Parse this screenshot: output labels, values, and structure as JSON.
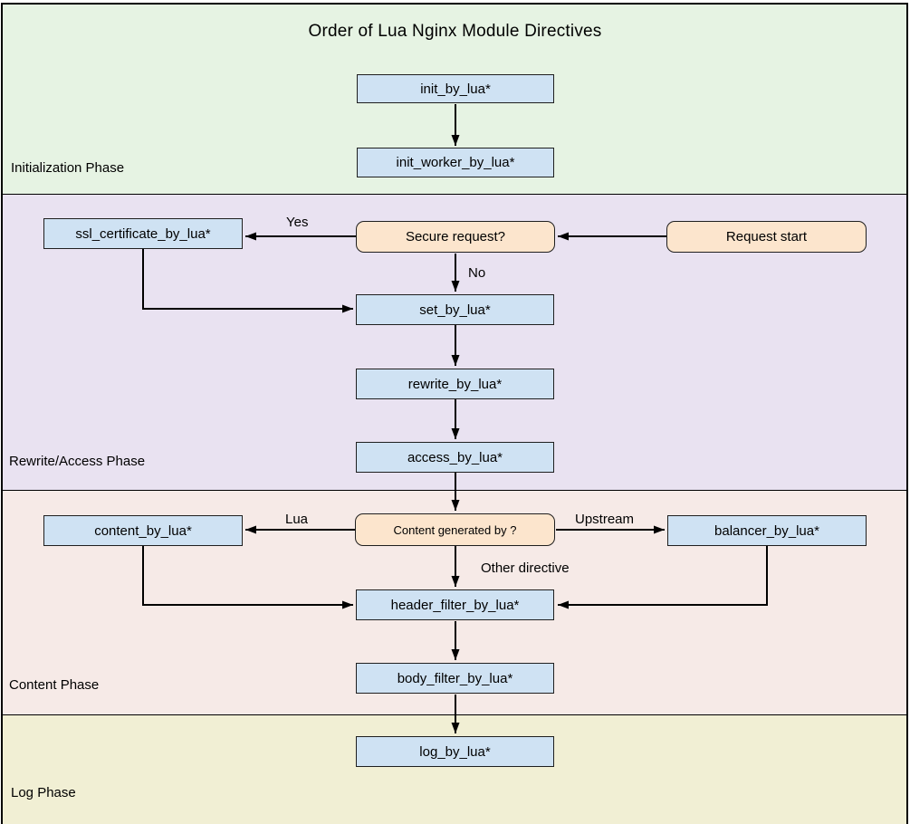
{
  "title": "Order of Lua Nginx Module Directives",
  "phases": [
    {
      "id": "initialization",
      "label": "Initialization Phase",
      "color": "#e6f3e3"
    },
    {
      "id": "rewrite_access",
      "label": "Rewrite/Access Phase",
      "color": "#e9e2f1"
    },
    {
      "id": "content",
      "label": "Content Phase",
      "color": "#f6eae7"
    },
    {
      "id": "log",
      "label": "Log Phase",
      "color": "#f1efd4"
    }
  ],
  "nodes": [
    {
      "id": "init_by_lua",
      "label": "init_by_lua*",
      "type": "directive",
      "phase": "initialization"
    },
    {
      "id": "init_worker_by_lua",
      "label": "init_worker_by_lua*",
      "type": "directive",
      "phase": "initialization"
    },
    {
      "id": "ssl_certificate_by_lua",
      "label": "ssl_certificate_by_lua*",
      "type": "directive",
      "phase": "rewrite_access"
    },
    {
      "id": "secure_request",
      "label": "Secure request?",
      "type": "decision",
      "phase": "rewrite_access"
    },
    {
      "id": "request_start",
      "label": "Request start",
      "type": "start",
      "phase": "rewrite_access"
    },
    {
      "id": "set_by_lua",
      "label": "set_by_lua*",
      "type": "directive",
      "phase": "rewrite_access"
    },
    {
      "id": "rewrite_by_lua",
      "label": "rewrite_by_lua*",
      "type": "directive",
      "phase": "rewrite_access"
    },
    {
      "id": "access_by_lua",
      "label": "access_by_lua*",
      "type": "directive",
      "phase": "rewrite_access"
    },
    {
      "id": "content_by_lua",
      "label": "content_by_lua*",
      "type": "directive",
      "phase": "content"
    },
    {
      "id": "content_generated_by",
      "label": "Content generated by ?",
      "type": "decision",
      "phase": "content"
    },
    {
      "id": "balancer_by_lua",
      "label": "balancer_by_lua*",
      "type": "directive",
      "phase": "content"
    },
    {
      "id": "header_filter_by_lua",
      "label": "header_filter_by_lua*",
      "type": "directive",
      "phase": "content"
    },
    {
      "id": "body_filter_by_lua",
      "label": "body_filter_by_lua*",
      "type": "directive",
      "phase": "content"
    },
    {
      "id": "log_by_lua",
      "label": "log_by_lua*",
      "type": "directive",
      "phase": "log"
    }
  ],
  "edge_labels": {
    "yes": "Yes",
    "no": "No",
    "lua": "Lua",
    "upstream": "Upstream",
    "other_directive": "Other directive"
  },
  "edges": [
    {
      "from": "init_by_lua",
      "to": "init_worker_by_lua",
      "label": ""
    },
    {
      "from": "request_start",
      "to": "secure_request",
      "label": ""
    },
    {
      "from": "secure_request",
      "to": "ssl_certificate_by_lua",
      "label": "Yes"
    },
    {
      "from": "secure_request",
      "to": "set_by_lua",
      "label": "No"
    },
    {
      "from": "ssl_certificate_by_lua",
      "to": "set_by_lua",
      "label": ""
    },
    {
      "from": "set_by_lua",
      "to": "rewrite_by_lua",
      "label": ""
    },
    {
      "from": "rewrite_by_lua",
      "to": "access_by_lua",
      "label": ""
    },
    {
      "from": "access_by_lua",
      "to": "content_generated_by",
      "label": ""
    },
    {
      "from": "content_generated_by",
      "to": "content_by_lua",
      "label": "Lua"
    },
    {
      "from": "content_generated_by",
      "to": "balancer_by_lua",
      "label": "Upstream"
    },
    {
      "from": "content_generated_by",
      "to": "header_filter_by_lua",
      "label": "Other directive"
    },
    {
      "from": "content_by_lua",
      "to": "header_filter_by_lua",
      "label": ""
    },
    {
      "from": "balancer_by_lua",
      "to": "header_filter_by_lua",
      "label": ""
    },
    {
      "from": "header_filter_by_lua",
      "to": "body_filter_by_lua",
      "label": ""
    },
    {
      "from": "body_filter_by_lua",
      "to": "log_by_lua",
      "label": ""
    }
  ],
  "colors": {
    "directive_fill": "#cfe2f3",
    "decision_fill": "#fce5cd",
    "node_border": "#1f1f1f",
    "arrow": "#000000",
    "band_init": "#e6f3e3",
    "band_rewrite": "#e9e2f1",
    "band_content": "#f6eae7",
    "band_log": "#f1efd4"
  }
}
